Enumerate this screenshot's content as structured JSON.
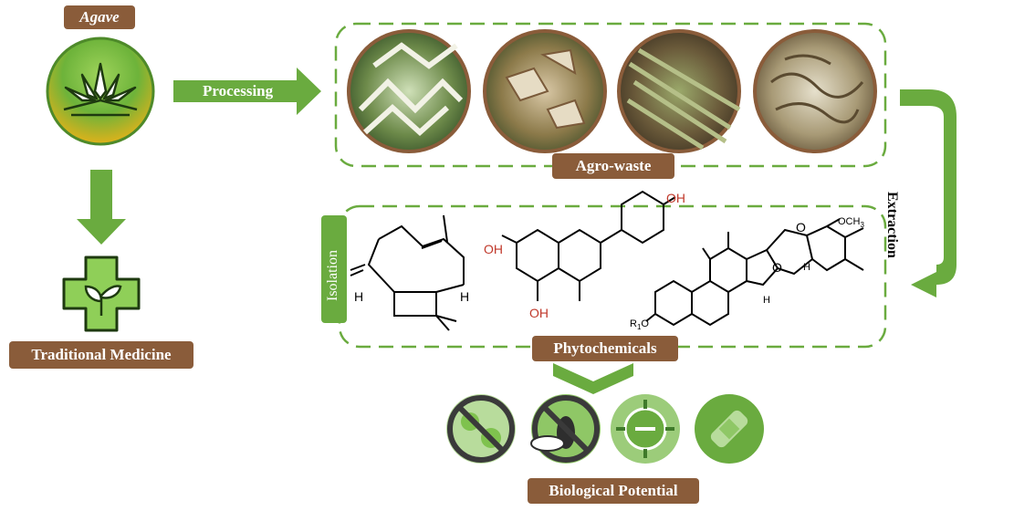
{
  "labels": {
    "agave": "Agave",
    "processing": "Processing",
    "agro_waste": "Agro-waste",
    "extraction": "Extraction",
    "isolation": "Isolation",
    "phytochemicals": "Phytochemicals",
    "traditional_medicine": "Traditional Medicine",
    "biological_potential": "Biological Potential"
  },
  "chem": {
    "oh_top": "OH",
    "oh_left": "OH",
    "oh_bottom": "OH",
    "h_left": "H",
    "h_right": "H",
    "och3": "OCH",
    "och3_sub": "3",
    "o_ring1": "O",
    "o_ring2": "O",
    "h_steroid1": "H",
    "h_steroid2": "H",
    "r1o": "R",
    "r1o_sub": "1",
    "r1o_end": "O"
  },
  "colors": {
    "green": "#6aab3f",
    "dark_green": "#3f7a2a",
    "brown": "#8a5c3a",
    "red_atom": "#c0392b"
  }
}
